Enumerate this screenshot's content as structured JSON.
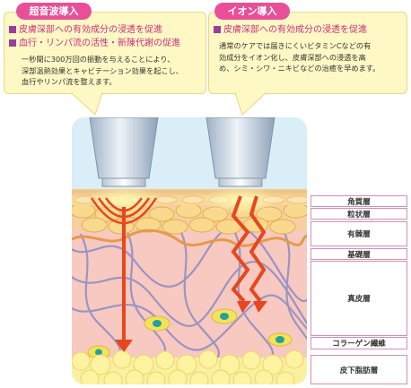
{
  "ultrasound": {
    "title": "超音波導入",
    "point1": "皮膚深部への有効成分の浸透を促進",
    "point2": "血行・リンパ流の活性・新陳代謝の促進",
    "desc_lines": [
      "一秒間に300万回の振動を与えることにより、",
      "深部温熱効果とキャビテーション効果を起こし、",
      "血行やリンパ流を整えます。"
    ]
  },
  "ion": {
    "title": "イオン導入",
    "point1": "皮膚深部への有効成分の浸透を促進",
    "desc_lines": [
      "通常のケアでは届きにくいビタミンCなどの有",
      "効成分をイオン化し、皮膚深部への浸透を高",
      "め、シミ・シワ・ニキビなどの治癒を早めます。"
    ]
  },
  "layers": {
    "stratum_corneum": "角質層",
    "granular": "粒状層",
    "spinous": "有棘層",
    "basal": "基礎層",
    "dermis": "真皮層",
    "collagen": "コラーゲン繊維",
    "subcutaneous": "皮下脂肪層"
  },
  "colors": {
    "pill": "#e84f98",
    "bullet_text": "#cc2f7c",
    "callout_bg": "#fdf8c4",
    "arrow": "#e8461e",
    "legend_border": "#d98cb3"
  }
}
